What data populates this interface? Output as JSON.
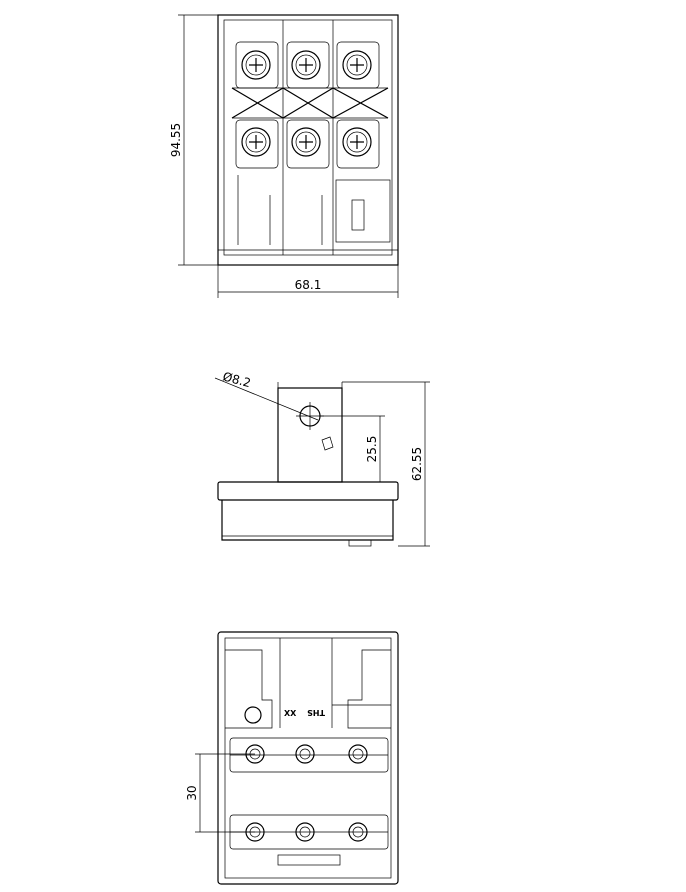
{
  "title": "Terminal block dimension drawing",
  "colors": {
    "line": "#000000",
    "background": "#ffffff"
  },
  "front_view": {
    "height_dim": "94.55",
    "width_dim": "68.1"
  },
  "side_view": {
    "hole_dim": "Ø8.2",
    "hole_height_dim": "25.5",
    "total_height_dim": "62.55"
  },
  "bottom_view": {
    "pitch_dim": "30",
    "marking_left": "XX",
    "marking_right": "THS"
  }
}
